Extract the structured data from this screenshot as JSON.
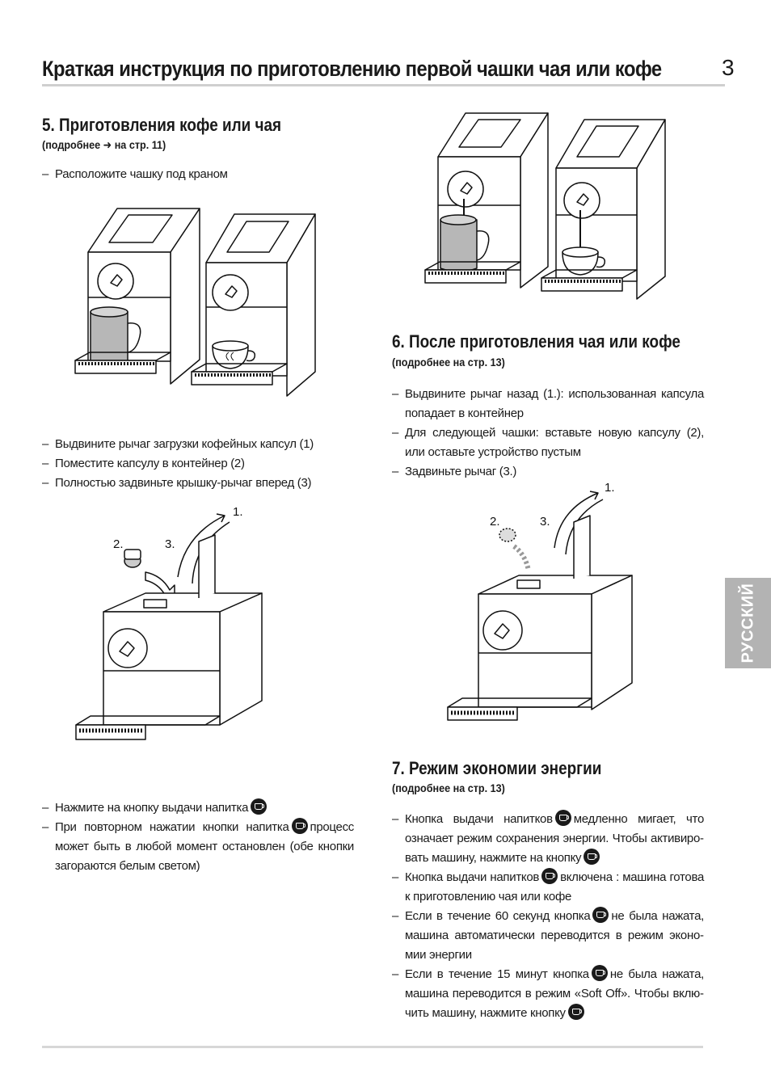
{
  "page": {
    "title": "Краткая инструкция по приготовлению первой чашки чая или кофе",
    "number": "3",
    "language_tab": "РУССКИЙ"
  },
  "section5": {
    "title": "5. Приготовления кофе или чая",
    "ref": "(подробнее ➜ на стр. 11)",
    "intro": [
      "Расположите чашку под краном"
    ],
    "steps": [
      "Выдвините рычаг загрузки кофейных капсул (1)",
      "Поместите капсулу в контейнер (2)",
      "Полностью задвиньте крышку-рычаг вперед (3)"
    ],
    "press_items": [
      {
        "before": "Нажмите на кнопку выдачи напитка",
        "after": ""
      },
      {
        "before": "При повторном нажатии кнопки напитка",
        "after": "процесс может быть в любой момент остановлен (обе кнопки загораются белым светом)"
      }
    ],
    "figure_labels": [
      "1.",
      "2.",
      "3."
    ]
  },
  "section6": {
    "title": "6. После приготовления чая или кофе",
    "ref": "(подробнее на стр. 13)",
    "steps": [
      "Выдвините рычаг назад (1.): использованная капсула попадает в контейнер",
      "Для следующей чашки: вставьте новую капсулу (2), или оставьте устройство пустым",
      "Задвиньте рычаг (3.)"
    ],
    "figure_labels": [
      "1.",
      "2.",
      "3."
    ]
  },
  "section7": {
    "title": "7. Режим экономии энергии",
    "ref": "(подробнее на стр. 13)",
    "items": [
      {
        "before": "Кнопка выдачи напитков",
        "mid": "медленно мигает, что означает режим сохранения энергии. Чтобы активиро­вать машину, нажмите на кнопку",
        "after": ""
      },
      {
        "before": "Кнопка выдачи напитков",
        "mid": "включена : машина гото­ва к приготовлению чая или кофе",
        "after": ""
      },
      {
        "before": "Если в течение 60 секунд кнопка",
        "mid": "не была нажата, машина автоматически переводится в режим эконо­мии энергии",
        "after": ""
      },
      {
        "before": "Если в течение 15 минут кнопка",
        "mid": "не была нажата, машина переводится в режим «Soft Off». Чтобы вклю­чить машину, нажмите кнопку",
        "after": ""
      }
    ]
  },
  "icons": {
    "drink_button": "coffee-cup-button-icon"
  },
  "colors": {
    "text": "#1a1a1a",
    "rule": "#cfcfcf",
    "language_tab": "#b3b3b3",
    "mug_fill": "#b7b7b7"
  }
}
